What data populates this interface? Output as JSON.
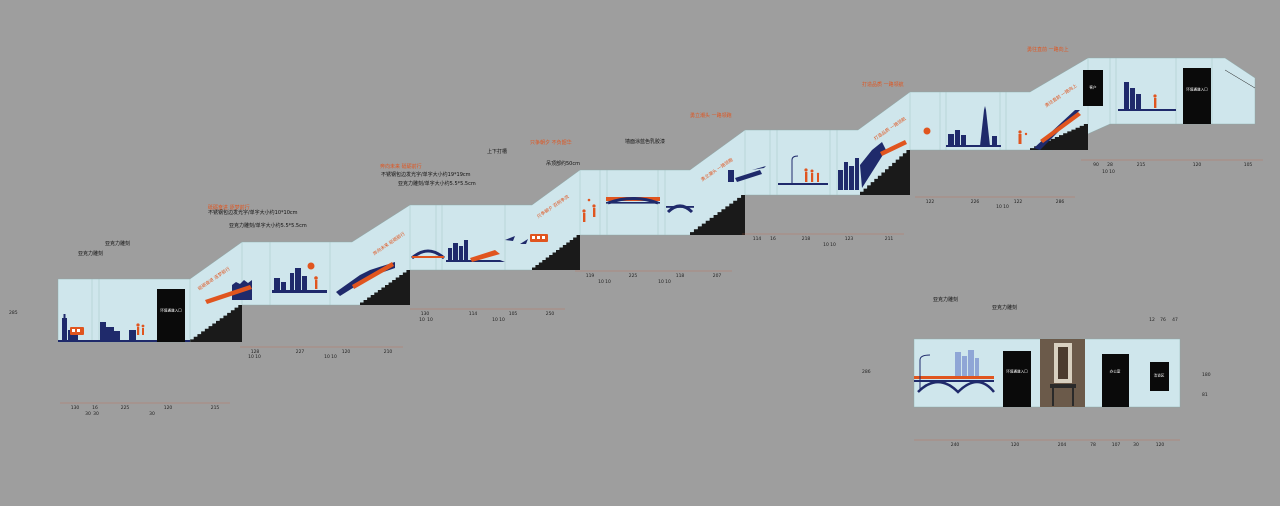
{
  "annotations": {
    "acrylic_engraving_1": "亚克力雕刻",
    "acrylic_engraving_2": "亚克力雕刻",
    "acrylic_engraving_3": "亚克力雕刻",
    "acrylic_engraving_4": "亚克力雕刻",
    "stainless_spec": "不锈钢包边发光字/单字大小约10*10cm",
    "acrylic_spec_1": "亚克力雕刻/单字大小约5.5*5.5cm",
    "stainless_spec_2": "不锈钢包边发光字/单字大小约19*19cm",
    "acrylic_spec_2": "亚克力雕刻/单字大小约5.5*5.5cm",
    "up_down_light": "上下打槽",
    "ceiling_note": "吊顶部约50cm",
    "wall_paint": "墙面涂蓝色乳胶漆",
    "slogan_1": "砥砺奋进 逐梦前行",
    "slogan_2": "奔向未来 砥砺前行",
    "slogan_3": "只争朝夕 不负韶华",
    "slogan_4": "勇立潮头 一路领跑",
    "slogan_5": "打造品质 一路领航",
    "slogan_6": "勇往直前 一路向上"
  },
  "wall_slogans": [
    "砥砺奋进 逐梦前行",
    "奔向未来 砥砺前行",
    "只争朝夕 百舸争流",
    "勇立潮头 一路领跑",
    "打造品质 一路领航",
    "勇往直前 一路向上"
  ],
  "doors": {
    "entrance_1": "环境通道入口",
    "entrance_2": "环境通道入口",
    "entrance_3": "环境通道入口",
    "door_clients": "客户",
    "door_office": "办公室",
    "door_tea": "洽谈区"
  },
  "height_labels": {
    "main": "285",
    "elev_1": "286",
    "elev_2": "180",
    "elev_3": "81"
  },
  "dims_main": [
    "130",
    "16",
    "225",
    "120",
    "215",
    "128",
    "227",
    "120",
    "210",
    "130",
    "114",
    "105",
    "250",
    "119",
    "225",
    "118",
    "207",
    "114",
    "16",
    "218",
    "123",
    "211",
    "122",
    "226",
    "122",
    "286",
    "90",
    "28",
    "215",
    "120",
    "105"
  ],
  "dims_small_main": [
    "30",
    "30",
    "30",
    "10",
    "10",
    "10",
    "10",
    "10",
    "10",
    "10",
    "10",
    "10",
    "10",
    "10",
    "10",
    "10",
    "10",
    "10",
    "10",
    "10",
    "10"
  ],
  "dims_elevation": [
    "240",
    "120",
    "204",
    "78",
    "107",
    "30",
    "120"
  ],
  "dims_elevation_top": [
    "12",
    "76",
    "47"
  ],
  "colors": {
    "wall": "#cfe6ec",
    "navy": "#1f2a6b",
    "orange": "#e0551f",
    "background": "#9e9e9e",
    "door": "#0a0a0a"
  }
}
